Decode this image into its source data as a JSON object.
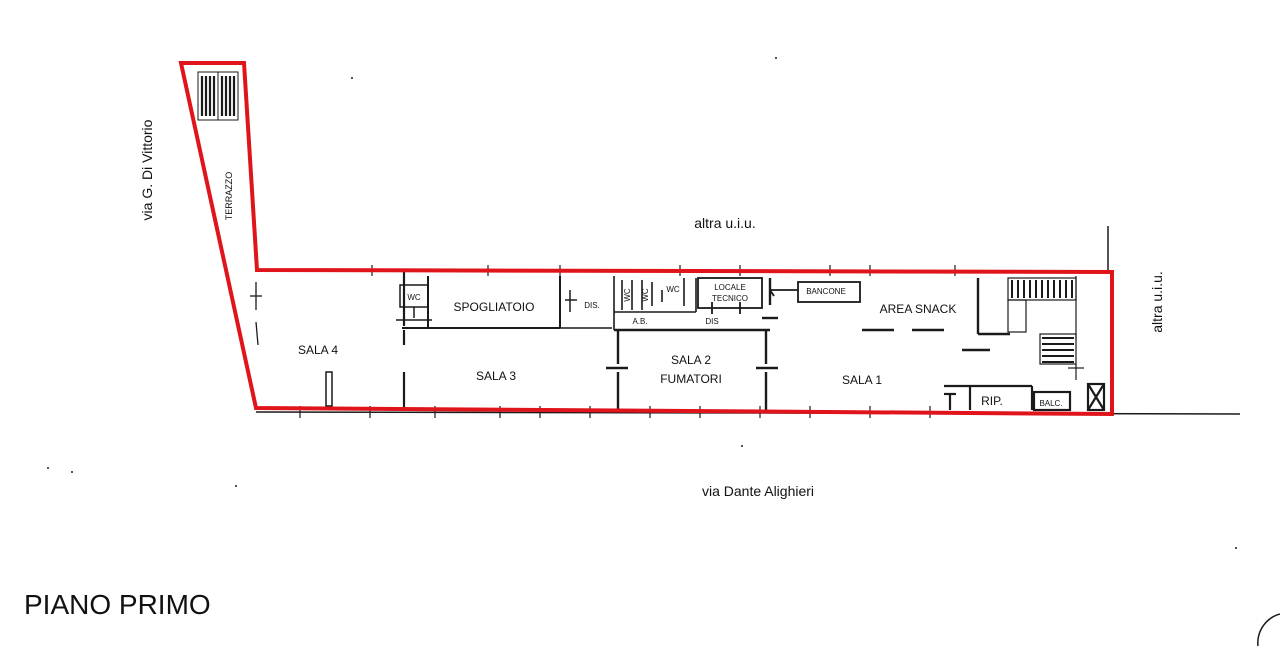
{
  "plan": {
    "title": "PIANO PRIMO",
    "outline_color": "#e0141b",
    "streets": {
      "west": "via G. Di Vittorio",
      "south": "via Dante Alighieri",
      "north": "altra u.i.u.",
      "east": "altra u.i.u."
    },
    "rooms": {
      "terrazzo": "TERRAZZO",
      "sala4": "SALA 4",
      "sala3": "SALA 3",
      "sala2_line1": "SALA 2",
      "sala2_line2": "FUMATORI",
      "sala1": "SALA 1",
      "area_snack": "AREA SNACK",
      "spogliatoio": "SPOGLIATOIO",
      "wc1": "WC",
      "wc2": "WC",
      "wc3": "WC",
      "wc4": "WC",
      "dis1": "DIS.",
      "dis2": "DIS",
      "ab": "A.B.",
      "locale_line1": "LOCALE",
      "locale_line2": "TECNICO",
      "bancone": "BANCONE",
      "rip": "RIP.",
      "balc": "BALC."
    }
  }
}
